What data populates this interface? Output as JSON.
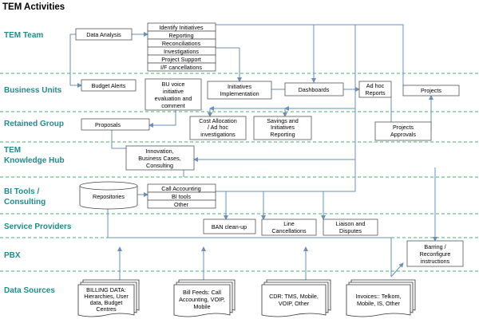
{
  "title": "TEM Activities",
  "lanes": {
    "tem_team": "TEM Team",
    "business_units": "Business Units",
    "retained_group": "Retained Group",
    "tem_hub_1": "TEM",
    "tem_hub_2": "Knowledge Hub",
    "bi_tools_1": "BI Tools /",
    "bi_tools_2": "Consulting",
    "service_providers": "Service Providers",
    "pbx": "PBX",
    "data_sources": "Data Sources"
  },
  "boxes": {
    "data_analysis": "Data Analysis",
    "identify_initiatives": "Identify Initiatives",
    "reporting": "Reporting",
    "reconciliations": "Reconciliations",
    "investigations": "Investigations",
    "project_support": "Project Support",
    "if_cancellations": "I/F cancellations",
    "budget_alerts": "Budget Alerts",
    "bu_voice_1": "BU voice",
    "bu_voice_2": "initiative",
    "bu_voice_3": "evaluation and",
    "bu_voice_4": "comment",
    "initiatives_impl_1": "Initiatives",
    "initiatives_impl_2": "Implementation",
    "dashboards": "Dashboards",
    "adhoc_reports_1": "Ad hoc",
    "adhoc_reports_2": "Reports",
    "projects": "Projects",
    "proposals": "Proposals",
    "cost_alloc_1": "Cost Allocation",
    "cost_alloc_2": "/ Ad hoc",
    "cost_alloc_3": "investigations",
    "savings_1": "Savings and",
    "savings_2": "Initiatives",
    "savings_3": "Reporting",
    "projects_approvals_1": "Projects",
    "projects_approvals_2": "Approvals",
    "innovation_1": "Innovation,",
    "innovation_2": "Business Cases,",
    "innovation_3": "Consulting",
    "repositories": "Repositories",
    "call_accounting": "Call Accounting",
    "bi_tools": "BI tools",
    "other": "Other",
    "ban_cleanup": "BAN clean-up",
    "line_cancel_1": "Line",
    "line_cancel_2": "Cancellations",
    "liaison_1": "Liaison and",
    "liaison_2": "Disputes",
    "barring_1": "Barring /",
    "barring_2": "Reconfigure",
    "barring_3": "instructions"
  },
  "docs": {
    "billing_1": "BILLING DATA:",
    "billing_2": "Hierarchies, User",
    "billing_3": "data, Budget",
    "billing_4": "Centres",
    "billfeeds_1": "Bill Feeds: Call",
    "billfeeds_2": "Accounting, VOIP,",
    "billfeeds_3": "Mobile",
    "cdr_1": "CDR: TMS, Mobile,",
    "cdr_2": "VOIP, Other",
    "invoices_1": "Invoices:: Telkom,",
    "invoices_2": "Mobile, IS, Other"
  },
  "colors": {
    "lane_label": "#1f8c8c",
    "lane_line": "#41b36a",
    "connector": "#6b8fb8"
  }
}
